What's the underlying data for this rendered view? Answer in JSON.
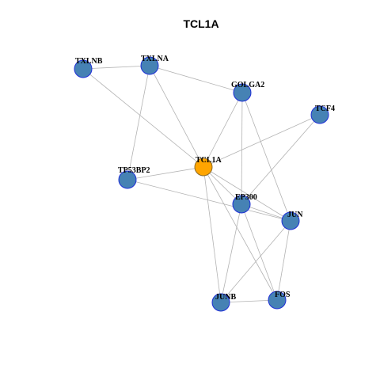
{
  "title": "TCL1A",
  "colors": {
    "node_fill": "#4682b4",
    "node_stroke": "#1f2fd8",
    "hub_fill": "#ffa500",
    "hub_stroke": "#8a6a2a",
    "edge": "#b3b3b3"
  },
  "nodes": [
    {
      "id": "TXLNB",
      "label": "TXLNB",
      "hub": false
    },
    {
      "id": "TXLNA",
      "label": "TXLNA",
      "hub": false
    },
    {
      "id": "GOLGA2",
      "label": "GOLGA2",
      "hub": false
    },
    {
      "id": "TCF4",
      "label": "TCF4",
      "hub": false
    },
    {
      "id": "TCL1A",
      "label": "TCL1A",
      "hub": true
    },
    {
      "id": "TP53BP2",
      "label": "TP53BP2",
      "hub": false
    },
    {
      "id": "EP300",
      "label": "EP300",
      "hub": false
    },
    {
      "id": "JUN",
      "label": "JUN",
      "hub": false
    },
    {
      "id": "JUNB",
      "label": "JUNB",
      "hub": false
    },
    {
      "id": "FOS",
      "label": "FOS",
      "hub": false
    }
  ],
  "edges": [
    [
      "TXLNB",
      "TXLNA"
    ],
    [
      "TXLNB",
      "TCL1A"
    ],
    [
      "TXLNA",
      "GOLGA2"
    ],
    [
      "TXLNA",
      "TCL1A"
    ],
    [
      "TXLNA",
      "TP53BP2"
    ],
    [
      "GOLGA2",
      "TCL1A"
    ],
    [
      "GOLGA2",
      "EP300"
    ],
    [
      "GOLGA2",
      "JUN"
    ],
    [
      "TCF4",
      "TCL1A"
    ],
    [
      "TCF4",
      "EP300"
    ],
    [
      "TCL1A",
      "TP53BP2"
    ],
    [
      "TCL1A",
      "EP300"
    ],
    [
      "TCL1A",
      "JUN"
    ],
    [
      "TCL1A",
      "JUNB"
    ],
    [
      "TCL1A",
      "FOS"
    ],
    [
      "TP53BP2",
      "JUN"
    ],
    [
      "EP300",
      "JUN"
    ],
    [
      "EP300",
      "JUNB"
    ],
    [
      "EP300",
      "FOS"
    ],
    [
      "JUN",
      "JUNB"
    ],
    [
      "JUN",
      "FOS"
    ],
    [
      "JUNB",
      "FOS"
    ]
  ]
}
